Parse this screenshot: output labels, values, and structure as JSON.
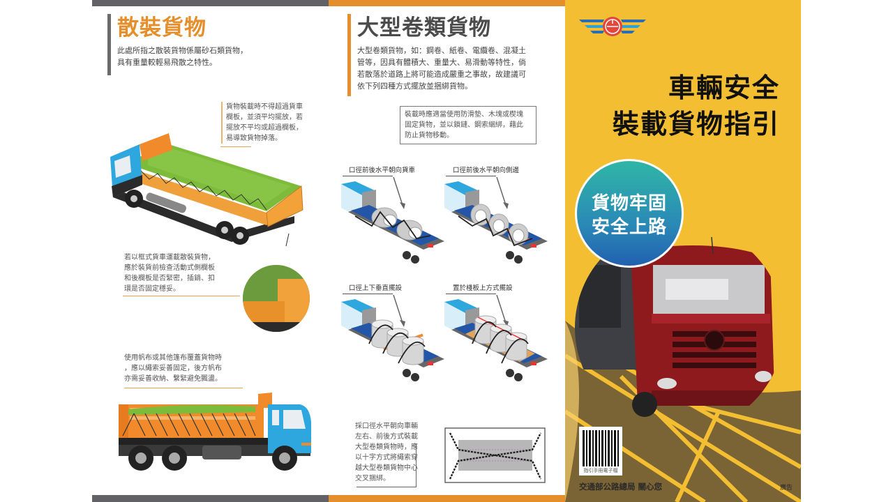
{
  "panels": {
    "bulk": {
      "title": "散裝貨物",
      "intro_lines": [
        "此處所指之散裝貨物係屬砂石類貨物，",
        "具有重量較輕易飛散之特性。"
      ],
      "note_overload_lines": [
        "貨物裝載時不得超過貨車",
        "欄板，並須平均擺放，若",
        "擺放不平均或超過欄板，",
        "易導致貨物掉落。"
      ],
      "note_frame_lines": [
        "若以框式貨車運載散裝貨物，",
        "應於裝貨前檢查活動式側欄板",
        "和後欄板是否緊密，插銷、扣",
        "環是否固定穩妥。"
      ],
      "note_tarp_lines": [
        "使用帆布或其他篷布覆蓋貨物時",
        "，應以繩索妥善固定，後方帆布",
        "亦需妥善收納、繫緊避免飄盪。"
      ]
    },
    "rolls": {
      "title": "大型卷類貨物",
      "intro_lines": [
        "大型卷類貨物，如：鋼卷、紙卷、電纜卷、混凝土",
        "管等，因具有體積大、重量大、易滑動等特性，倘",
        "若散落於道路上將可能造成嚴重之事故，故建議可",
        "依下列四種方式擺放並捆綁貨物。"
      ],
      "box_note_lines": [
        "裝載時應適當使用防滑墊、木塊或楔塊",
        "固定貨物，並以鎖鏈、鋼索綑綁，藉此",
        "防止貨物移動。"
      ],
      "methods": [
        {
          "label": "口徑前後水平朝向貨車"
        },
        {
          "label": "口徑前後水平朝向側邊"
        },
        {
          "label": "口徑上下垂直擺設"
        },
        {
          "label": "置於棧板上方式擺設"
        }
      ],
      "cross_note_lines": [
        "採口徑水平朝向車輛",
        "左右、前後方式裝載",
        "大型卷類貨物時，應",
        "以十字方式將繩索穿",
        "越大型卷類貨物中心",
        "交叉捆綁。"
      ]
    },
    "cover": {
      "title_lines": [
        "車輛安全",
        "裝載貨物指引"
      ],
      "badge_lines": [
        "貨物牢固",
        "安全上路"
      ],
      "qr_label": "指引手冊電子檔",
      "footer": "交通部公路總局  關心您",
      "ad_mark": "廣告"
    }
  },
  "colors": {
    "orange": "#e58e2c",
    "gray_bar": "#626266",
    "cover_yellow": "#f4be32",
    "badge_teal": "#2fb6a6",
    "badge_blue": "#2260b0",
    "truck_red": "#8e1a1e"
  }
}
